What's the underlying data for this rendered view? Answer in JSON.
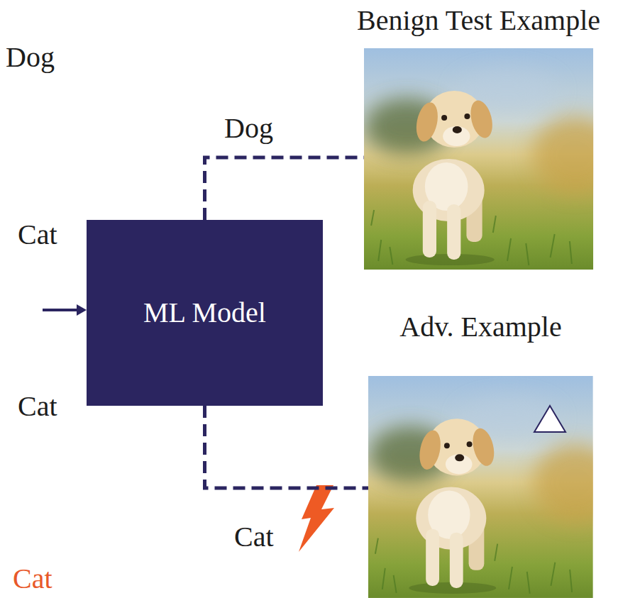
{
  "diagram": {
    "nodes": [
      {
        "text": [
          "Benign Test Example"
        ]
      },
      {
        "text": [
          "ML Model"
        ]
      },
      {
        "text": [
          "Adv. Example"
        ]
      }
    ],
    "edges": [
      {
        "from": 1,
        "to": 0,
        "arrow": "none",
        "label": "Dog"
      },
      {
        "from": 1,
        "to": 2,
        "arrow": "none",
        "label": "Cat"
      }
    ],
    "labels": [
      "Dog",
      "Cat",
      "Cat",
      "Cat"
    ]
  }
}
